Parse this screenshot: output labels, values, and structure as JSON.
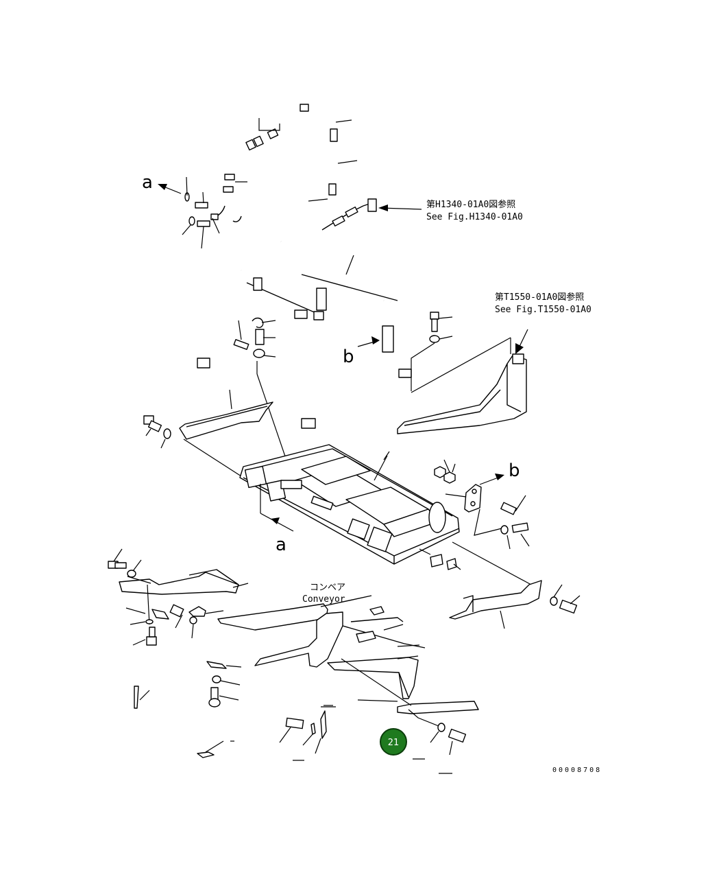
{
  "labels": {
    "view_a_top": "a",
    "view_a_bottom": "a",
    "view_b_left": "b",
    "view_b_right": "b",
    "ref_h1340_jp": "第H1340-01A0図参照",
    "ref_h1340_en": "See Fig.H1340-01A0",
    "ref_t1550_jp": "第T1550-01A0図参照",
    "ref_t1550_en": "See Fig.T1550-01A0",
    "conveyor_jp": "コンベア",
    "conveyor_en": "Conveyor",
    "drawing_number": "00008708"
  },
  "callout": {
    "number": "21",
    "color": "#1f7a1f"
  }
}
